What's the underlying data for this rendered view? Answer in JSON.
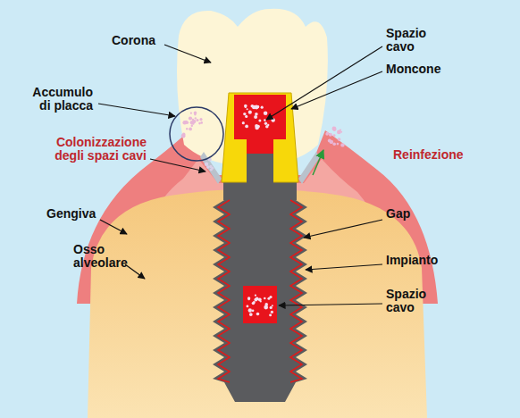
{
  "diagram": {
    "labels": [
      "Corona",
      "Accumulo di placca",
      "Colonizzazione degli spazi cavi",
      "Gengiva",
      "Osso alveolare",
      "Spazio cavo",
      "Moncone",
      "Reinfezione",
      "Gap",
      "Impianto",
      "Spazio cavo"
    ]
  }
}
